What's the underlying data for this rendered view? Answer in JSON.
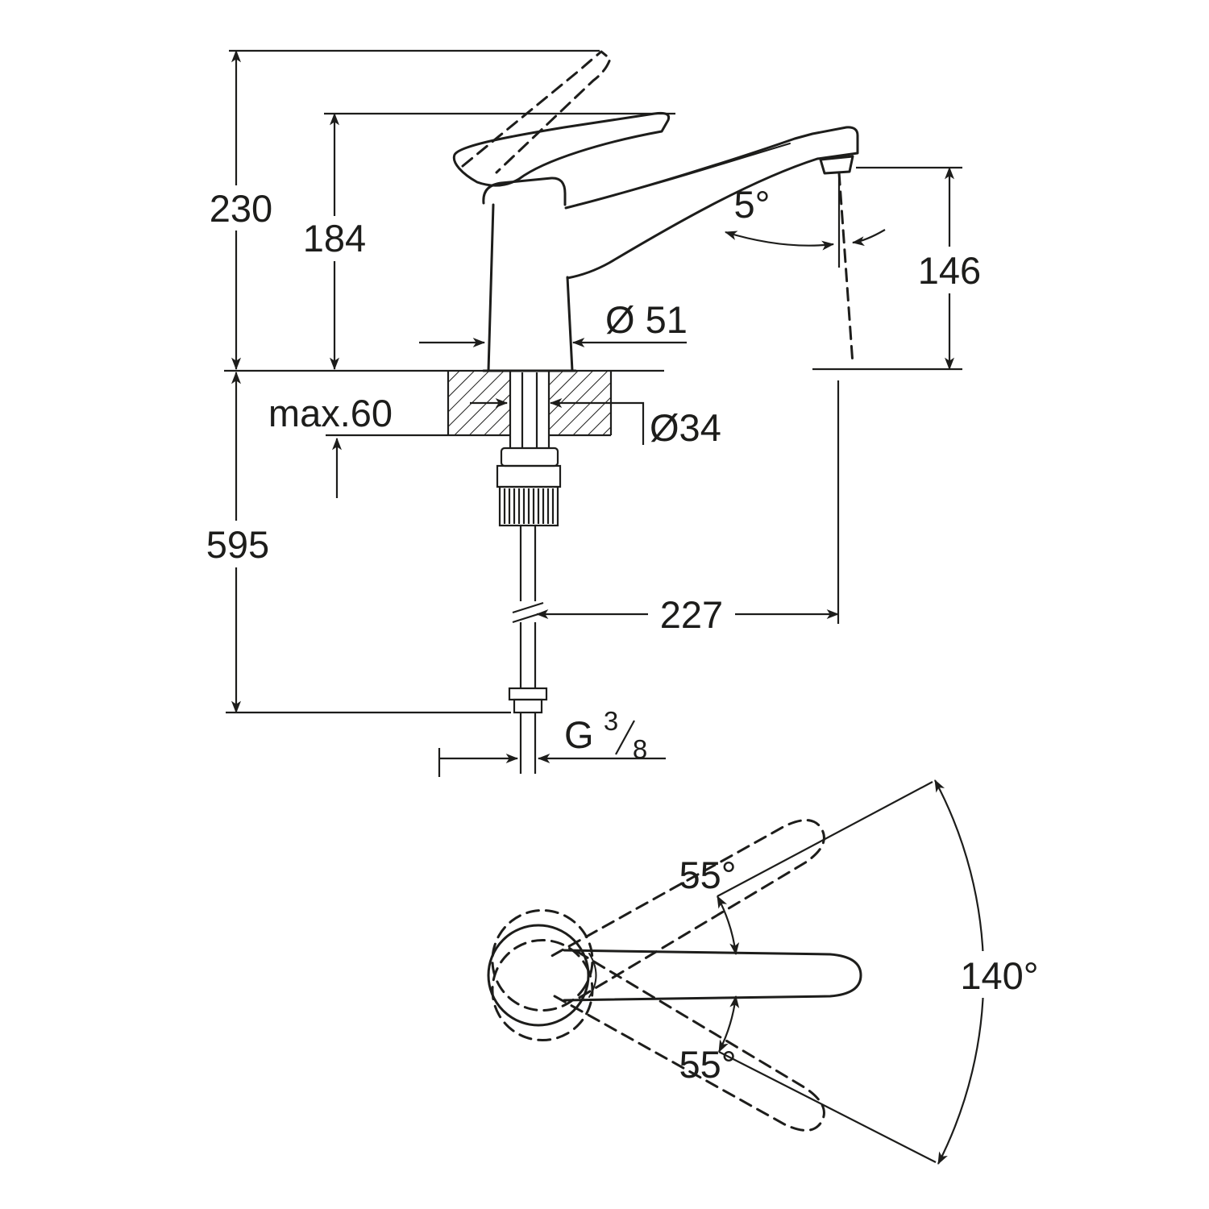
{
  "colors": {
    "ink": "#1d1d1b",
    "background": "#ffffff"
  },
  "side_view": {
    "name": "kitchen faucet side elevation with installation dimensions",
    "dims": {
      "overall_height": "230",
      "handle_height": "184",
      "spout_height": "146",
      "stream_angle": "5°",
      "base_diameter": "Ø 51",
      "shank_diameter": "Ø34",
      "max_deck_thickness": "max.60",
      "below_deck_length": "595",
      "spout_reach": "227",
      "thread_letter": "G",
      "thread_numerator": "3",
      "thread_denominator": "8"
    }
  },
  "top_view": {
    "name": "handle swing range top view",
    "dims": {
      "swing_up": "55°",
      "swing_down": "55°",
      "swing_total": "140°"
    }
  }
}
